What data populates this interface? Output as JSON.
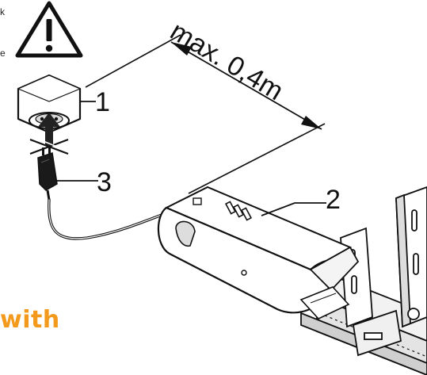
{
  "diagram": {
    "dimension_label": "max. 0,4m",
    "callouts": {
      "one": "1",
      "two": "2",
      "three": "3"
    },
    "caption_fragment": "with",
    "corner_fragments": [
      "k",
      "e"
    ],
    "accent_color": "#f39a1c",
    "icons": [
      "warning-triangle-icon",
      "power-socket-icon",
      "plug-icon",
      "forbidden-cross-icon"
    ]
  }
}
